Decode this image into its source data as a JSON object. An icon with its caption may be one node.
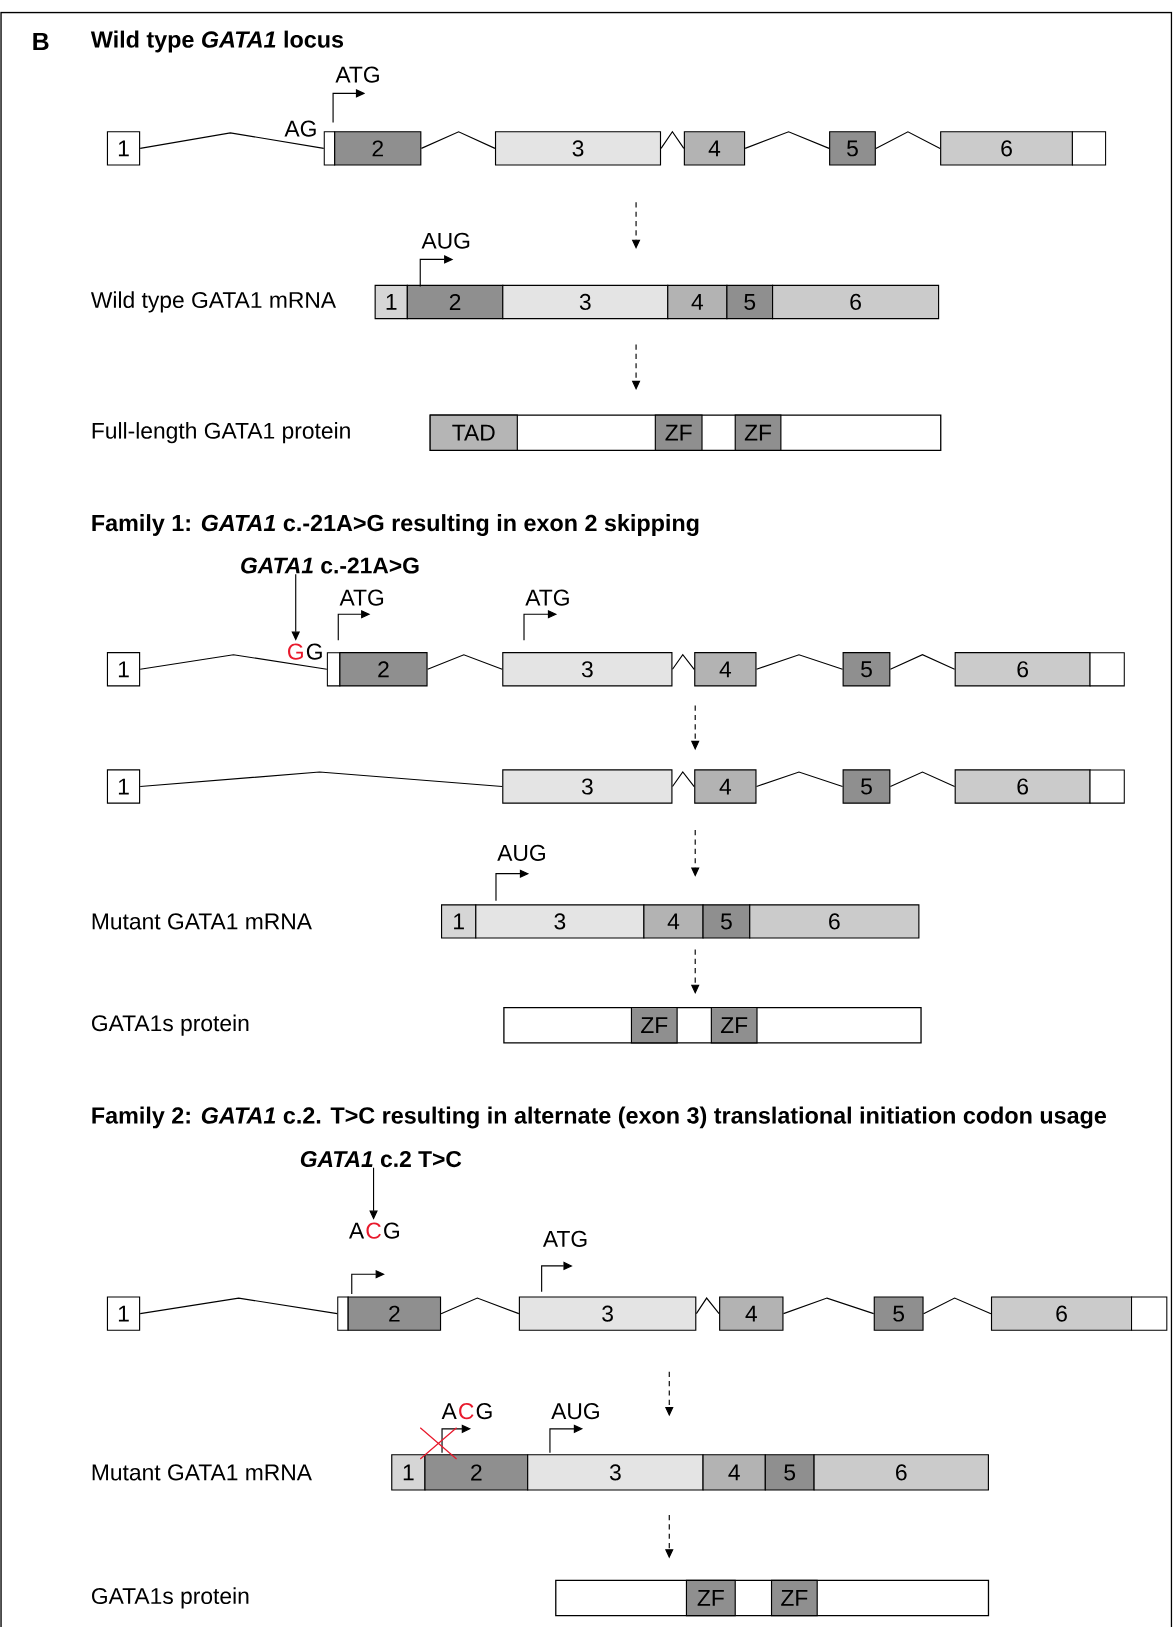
{
  "diagram": {
    "nodes": [
      {
        "text": [
          "1"
        ]
      },
      {
        "text": [],
        "shape": "box"
      },
      {
        "text": [
          "2"
        ]
      },
      {
        "text": [
          "3"
        ]
      },
      {
        "text": [
          "4"
        ]
      },
      {
        "text": [
          "5"
        ]
      },
      {
        "text": [
          "6"
        ]
      },
      {
        "text": [],
        "shape": "box"
      },
      {
        "text": [
          "1"
        ]
      },
      {
        "text": [
          "2"
        ]
      },
      {
        "text": [
          "3"
        ]
      },
      {
        "text": [
          "4"
        ]
      },
      {
        "text": [
          "5"
        ]
      },
      {
        "text": [
          "6"
        ]
      },
      {
        "text": [],
        "shape": "bar"
      },
      {
        "text": [
          "TAD"
        ],
        "in": 14
      },
      {
        "text": [
          "ZF"
        ],
        "in": 14
      },
      {
        "text": [
          "ZF"
        ],
        "in": 14
      },
      {
        "text": [
          "*GATA1* c.-21A>G"
        ]
      },
      {
        "text": [
          "1"
        ]
      },
      {
        "text": [],
        "shape": "box"
      },
      {
        "text": [
          "2"
        ]
      },
      {
        "text": [
          "3"
        ]
      },
      {
        "text": [
          "4"
        ]
      },
      {
        "text": [
          "5"
        ]
      },
      {
        "text": [
          "6"
        ]
      },
      {
        "text": [],
        "shape": "box"
      },
      {
        "text": [
          "1"
        ]
      },
      {
        "text": [
          "3"
        ]
      },
      {
        "text": [
          "4"
        ]
      },
      {
        "text": [
          "5"
        ]
      },
      {
        "text": [
          "6"
        ]
      },
      {
        "text": [],
        "shape": "box"
      },
      {
        "text": [
          "1"
        ]
      },
      {
        "text": [
          "3"
        ]
      },
      {
        "text": [
          "4"
        ]
      },
      {
        "text": [
          "5"
        ]
      },
      {
        "text": [
          "6"
        ]
      },
      {
        "text": [],
        "shape": "bar"
      },
      {
        "text": [
          "ZF"
        ],
        "in": 38
      },
      {
        "text": [
          "ZF"
        ],
        "in": 38
      },
      {
        "text": [
          "*GATA1* c.2 T>C"
        ]
      },
      {
        "text": [
          "1"
        ]
      },
      {
        "text": [],
        "shape": "box"
      },
      {
        "text": [
          "2"
        ]
      },
      {
        "text": [
          "3"
        ]
      },
      {
        "text": [
          "4"
        ]
      },
      {
        "text": [
          "5"
        ]
      },
      {
        "text": [
          "6"
        ]
      },
      {
        "text": [],
        "shape": "box"
      },
      {
        "text": [
          "1"
        ]
      },
      {
        "text": [
          "2"
        ]
      },
      {
        "text": [
          "3"
        ]
      },
      {
        "text": [
          "4"
        ]
      },
      {
        "text": [
          "5"
        ]
      },
      {
        "text": [
          "6"
        ]
      },
      {
        "text": [],
        "shape": "bar"
      },
      {
        "text": [
          "ZF"
        ],
        "in": 56
      },
      {
        "text": [
          "ZF"
        ],
        "in": 56
      },
      {
        "text": [
          "G"
        ]
      },
      {
        "text": [
          "C"
        ]
      }
    ],
    "edges": [
      {
        "from": 0,
        "to": 1,
        "arrow": "none"
      },
      {
        "from": 2,
        "to": 3,
        "arrow": "none"
      },
      {
        "from": 3,
        "to": 4,
        "arrow": "none"
      },
      {
        "from": 4,
        "to": 5,
        "arrow": "none"
      },
      {
        "from": 5,
        "to": 6,
        "arrow": "none"
      },
      {
        "from": 18,
        "to": 59,
        "arrow": "to"
      },
      {
        "from": 19,
        "to": 20,
        "arrow": "none"
      },
      {
        "from": 21,
        "to": 22,
        "arrow": "none"
      },
      {
        "from": 22,
        "to": 23,
        "arrow": "none"
      },
      {
        "from": 23,
        "to": 24,
        "arrow": "none"
      },
      {
        "from": 24,
        "to": 25,
        "arrow": "none"
      },
      {
        "from": 27,
        "to": 28,
        "arrow": "none"
      },
      {
        "from": 28,
        "to": 29,
        "arrow": "none"
      },
      {
        "from": 29,
        "to": 30,
        "arrow": "none"
      },
      {
        "from": 30,
        "to": 31,
        "arrow": "none"
      },
      {
        "from": 41,
        "to": 60,
        "arrow": "to"
      },
      {
        "from": 42,
        "to": 43,
        "arrow": "none"
      },
      {
        "from": 44,
        "to": 45,
        "arrow": "none"
      },
      {
        "from": 45,
        "to": 46,
        "arrow": "none"
      },
      {
        "from": 46,
        "to": 47,
        "arrow": "none"
      },
      {
        "from": 47,
        "to": 48,
        "arrow": "none"
      }
    ],
    "labels": [
      "B",
      "Wild type *GATA1* locus",
      "ATG",
      "AG",
      "AUG",
      "Wild type GATA1 mRNA",
      "Full-length GATA1 protein",
      "Family 1: *GATA1* c.-21A>G resulting in exon 2 skipping",
      "ATG",
      "ATG",
      "G",
      "AUG",
      "Mutant GATA1 mRNA",
      "GATA1s protein",
      "Family 2: *GATA1* c.2. T>C resulting in alternate (exon 3) translational initiation codon usage",
      "A",
      "G",
      "ATG",
      "A",
      "C",
      "G",
      "AUG",
      "Mutant GATA1 mRNA",
      "GATA1s protein"
    ]
  }
}
